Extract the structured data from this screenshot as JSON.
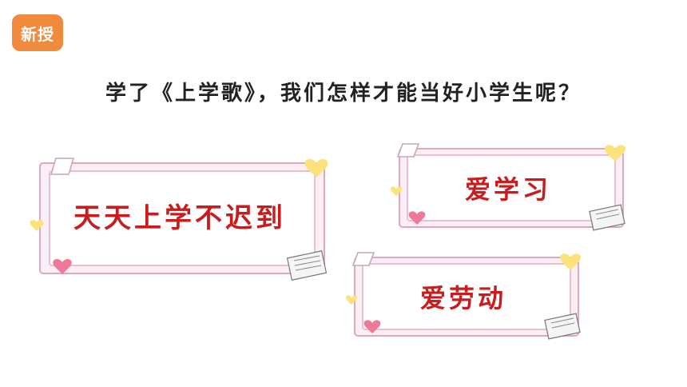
{
  "badge": {
    "label": "新授",
    "color": "#f08a3c"
  },
  "question": "学了《上学歌》，我们怎样才能当好小学生呢？",
  "cards": [
    {
      "text": "天天上学不迟到"
    },
    {
      "text": "爱学习"
    },
    {
      "text": "爱劳动"
    }
  ],
  "colors": {
    "frame_pink": "#f3cfe0",
    "frame_border": "#d9a9c2",
    "text_red": "#c81d1d",
    "heart_yellow": "#fbe27a",
    "heart_pink": "#ee7a99"
  },
  "icons": [
    "heart-icon",
    "paper-stack-icon",
    "paper-clip-icon"
  ]
}
